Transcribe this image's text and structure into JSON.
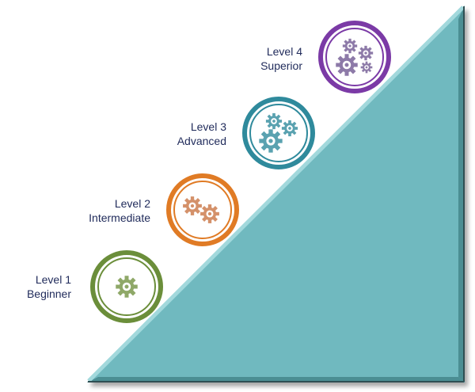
{
  "diagram": {
    "type": "staircase-levels",
    "triangle": {
      "fill": "#6fb9bf",
      "highlight": "#a9e0e3",
      "edge_dark": "#2f4f52"
    },
    "levels": [
      {
        "level": "Level 1",
        "name": "Beginner",
        "color": "#6b8e3a",
        "icon_color": "#8fa868",
        "gears": 1,
        "icon": "single-gear-icon"
      },
      {
        "level": "Level 2",
        "name": "Intermediate",
        "color": "#e07b25",
        "icon_color": "#d4916a",
        "gears": 2,
        "icon": "two-gears-icon"
      },
      {
        "level": "Level 3",
        "name": "Advanced",
        "color": "#2f8a9c",
        "icon_color": "#5aa2b0",
        "gears": 3,
        "icon": "three-gears-icon"
      },
      {
        "level": "Level 4",
        "name": "Superior",
        "color": "#7b3aa6",
        "icon_color": "#8d7aa8",
        "gears": 4,
        "icon": "four-gears-icon"
      }
    ]
  }
}
